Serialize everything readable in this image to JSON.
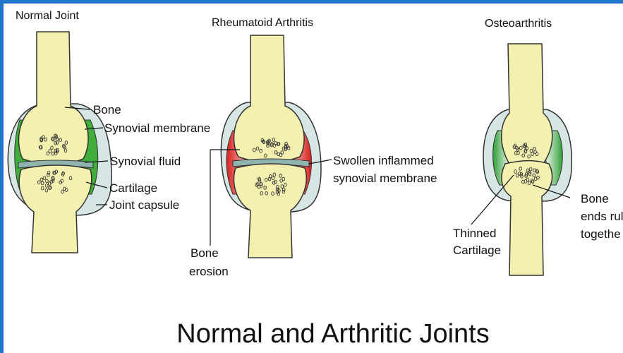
{
  "titles": {
    "normal": "Normal Joint",
    "rheumatoid": "Rheumatoid Arthritis",
    "osteo": "Osteoarthritis"
  },
  "normal_labels": {
    "bone": "Bone",
    "synovial_membrane": "Synovial membrane",
    "synovial_fluid": "Synovial fluid",
    "cartilage": "Cartilage",
    "joint_capsule": "Joint capsule"
  },
  "rheumatoid_labels": {
    "swollen_line1": "Swollen inflammed",
    "swollen_line2": "synovial membrane",
    "erosion_line1": "Bone",
    "erosion_line2": "erosion"
  },
  "osteo_labels": {
    "thinned_line1": "Thinned",
    "thinned_line2": "Cartilage",
    "bone_ends_line1": "Bone",
    "bone_ends_line2": "ends rul",
    "bone_ends_line3": "togethe"
  },
  "main_title": "Normal and Arthritic Joints",
  "colors": {
    "frame": "#1f77c9",
    "bone": "#f4f1b0",
    "capsule": "#d6e6e4",
    "membrane": "#3fae3a",
    "inflamed": "#e02b2b",
    "cartilage": "#8fb3ad"
  }
}
